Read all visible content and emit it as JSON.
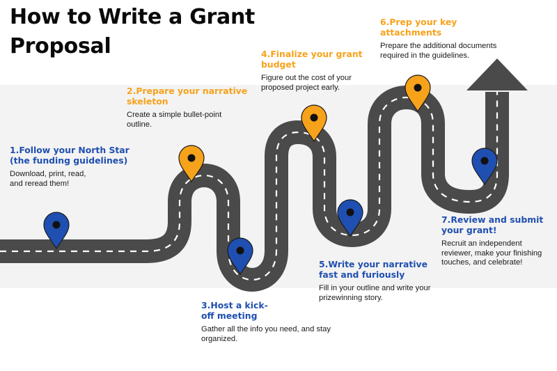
{
  "title": "How to Write a Grant Proposal",
  "colors": {
    "road": "#4a4a4a",
    "lane": "#ffffff",
    "orange": "#f7a21b",
    "blue": "#1f4fb0",
    "band": "#f3f3f3"
  },
  "steps": [
    {
      "heading": "1.Follow your North Star (the funding guidelines)",
      "description": "Download, print, read, and reread them!",
      "pin_color": "blue"
    },
    {
      "heading": "2.Prepare your narrative skeleton",
      "description": "Create a simple bullet-point outline.",
      "pin_color": "orange"
    },
    {
      "heading": "3.Host a kick-off meeting",
      "description": "Gather all the info you need, and stay organized.",
      "pin_color": "blue"
    },
    {
      "heading": "4.Finalize your grant budget",
      "description": "Figure out the cost of your proposed project early.",
      "pin_color": "orange"
    },
    {
      "heading": "5.Write your narrative fast and furiously",
      "description": "Fill in your outline and write your prizewinning story.",
      "pin_color": "blue"
    },
    {
      "heading": "6.Prep your key attachments",
      "description": "Prepare the additional documents required in the guidelines.",
      "pin_color": "orange"
    },
    {
      "heading": "7.Review and submit your grant!",
      "description": "Recruit an independent reviewer, make your finishing touches, and celebrate!",
      "pin_color": "blue"
    }
  ]
}
